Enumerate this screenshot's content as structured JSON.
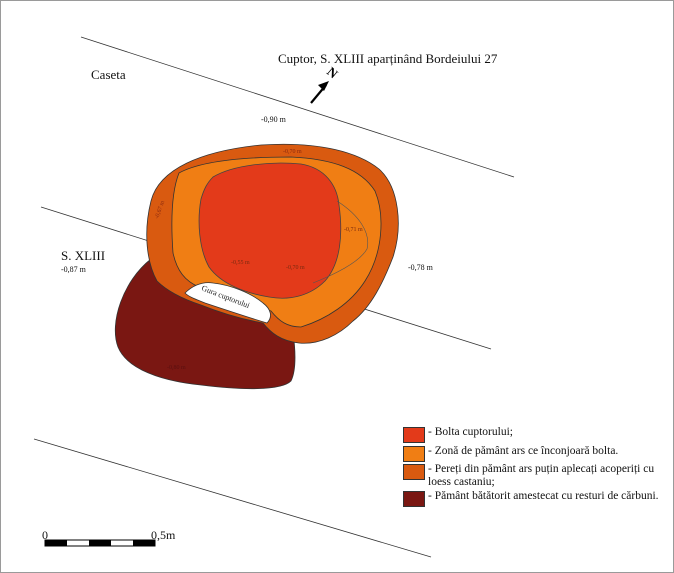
{
  "title": "Cuptor, S. XLIII aparținând Bordeiului 27",
  "labels": {
    "caseta": "Caseta",
    "section": "S. XLIII",
    "depth_top": "-0,90 m",
    "depth_left": "-0,87 m",
    "depth_right": "-0,78 m",
    "gura": "Gura cuptorului",
    "north": "N"
  },
  "faint_depth_labels": [
    "-0,70 m",
    "-0,67 m",
    "-0,71 m",
    "-0,55 m",
    "-0,70 m",
    "-0,80 m"
  ],
  "legend": [
    {
      "color": "#E33A1A",
      "text": "- Bolta cuptorului;"
    },
    {
      "color": "#F07E14",
      "text": "- Zonă de pământ ars ce înconjoară bolta."
    },
    {
      "color": "#D95A10",
      "text": "- Pereți din pământ ars puțin aplecați acoperiți cu loess castaniu;"
    },
    {
      "color": "#7A1712",
      "text": "- Pământ bătătorit amestecat cu resturi de cărbuni."
    }
  ],
  "scale": {
    "start": "0",
    "end": "0,5m"
  },
  "colors": {
    "bolta": "#E33A1A",
    "zona": "#F07E14",
    "pereti": "#D95A10",
    "pamant": "#7A1712"
  }
}
